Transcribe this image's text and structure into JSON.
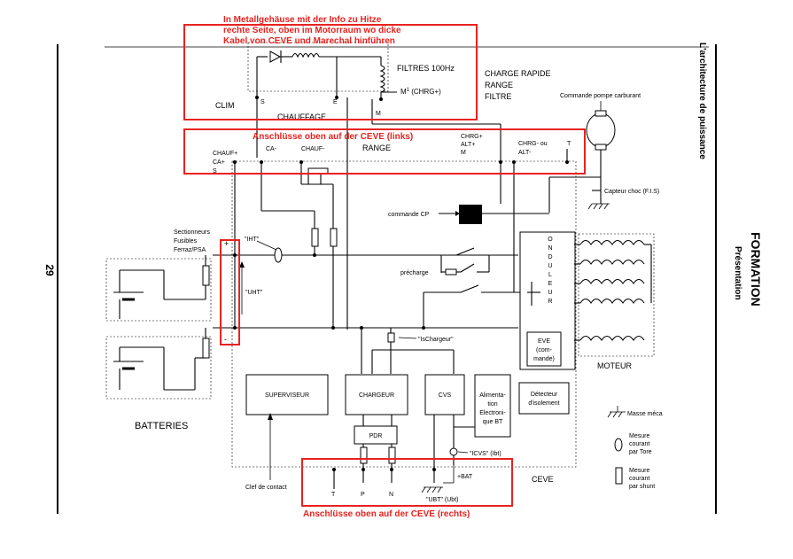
{
  "annotations": {
    "top_line1": "In Metallgehäuse mit der Info zu Hitze",
    "top_line2": "rechte Seite, oben im Motorraum wo dicke",
    "top_line3": "Kabel von CEVE und Marechal hinführen",
    "middle": "Anschlüsse oben auf der CEVE (links)",
    "bottom": "Anschlüsse oben auf der CEVE (rechts)"
  },
  "side": {
    "title": "L'architecture de puissance",
    "formation": "FORMATION",
    "presentation": "Présentation",
    "page_number": "29"
  },
  "labels": {
    "filtres": "FILTRES 100Hz",
    "m1": "M",
    "m1_sup": "1",
    "m1_rest": " (CHRG+)",
    "s": "S",
    "e": "E",
    "m": "M",
    "clim": "CLIM",
    "chauffage": "CHAUFFAGE",
    "charge_rapide": "CHARGE RAPIDE",
    "range_top": "RANGE",
    "filtre": "FILTRE",
    "commande_pompe": "Commande pompe carburant",
    "chauf_plus": "CHAUF+",
    "ca_plus": "CA+",
    "s2": "S",
    "ca_minus": "CA-",
    "chauf_minus": "CHAUF-",
    "range": "RANGE",
    "chrg_plus": "CHRG+",
    "alt_plus": "ALT+",
    "m2": "M",
    "chrg_minus": "CHRG- ou",
    "alt_minus": "ALT-",
    "t_top": "T",
    "capteur_choc": "Capteur choc (F.I.S)",
    "commande_cp": "commande CP",
    "sectionneurs": "Sectionneurs",
    "fusibles": "Fusibles",
    "ferraz": "Ferraz/PSA",
    "plus": "+",
    "minus": "-",
    "iht": "\"IHT\"",
    "uht": "\"UHT\"",
    "precharge": "précharge",
    "onduleur": "ONDULEUR",
    "eve1": "EVE",
    "eve2": "(com-",
    "eve3": "mande)",
    "moteur": "MOTEUR",
    "ischargeur": "\"IsChargeur\"",
    "batteries": "BATTERIES",
    "superviseur": "SUPERVISEUR",
    "chargeur": "CHARGEUR",
    "cvs": "CVS",
    "alim1": "Alimenta-",
    "alim2": "tion",
    "alim3": "Electroni-",
    "alim4": "que BT",
    "detect1": "Détecteur",
    "detect2": "d'isolement",
    "pdr": "PDR",
    "icvs": "\"ICVS\" (Ibt)",
    "bat": "+BAT",
    "ubt": "\"UBT\" (Ubt)",
    "ceve": "CEVE",
    "clef": "Clef de contact",
    "t_bottom": "T",
    "p_bottom": "P",
    "n_bottom": "N",
    "masse": "Masse méca",
    "tore1": "Mesure",
    "tore2": "courant",
    "tore3": "par Tore",
    "shunt1": "Mesure",
    "shunt2": "courant",
    "shunt3": "par shunt"
  }
}
